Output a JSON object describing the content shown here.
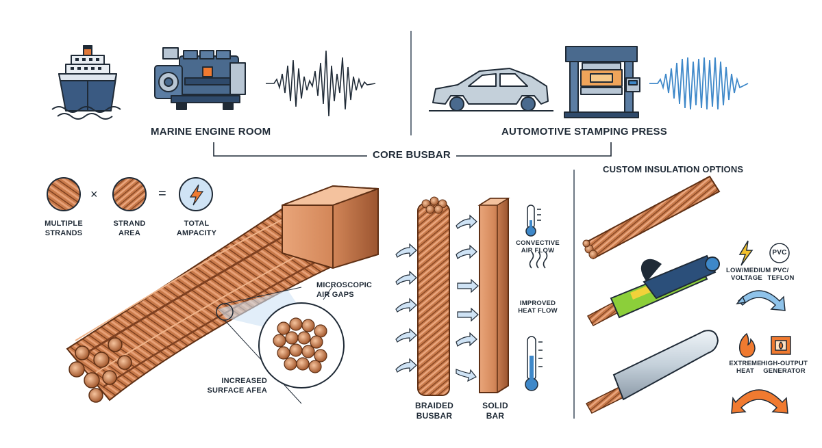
{
  "top": {
    "marine_label": "MARINE ENGINE ROOM",
    "auto_label": "AUTOMOTIVE STAMPING PRESS",
    "core_label": "CORE BUSBAR"
  },
  "ampacity": {
    "strands_l1": "MULTIPLE",
    "strands_l2": "STRANDS",
    "times": "×",
    "area_l1": "STRAND",
    "area_l2": "AREA",
    "equals": "=",
    "total_l1": "TOTAL",
    "total_l2": "AMPACITY"
  },
  "callouts": {
    "gaps_l1": "MICROSCOPIC",
    "gaps_l2": "AIR GAPS",
    "surface_l1": "INCREASED",
    "surface_l2": "SURFACE AFEA"
  },
  "comparison": {
    "braided_l1": "BRAIDED",
    "braided_l2": "BUSBAR",
    "solid_l1": "SOLID",
    "solid_l2": "BAR",
    "convective_l1": "CONVECTIVE",
    "convective_l2": "AIR FLOW",
    "heat_l1": "IMPROVED",
    "heat_l2": "HEAT FLOW"
  },
  "insulation": {
    "title": "CUSTOM INSULATION OPTIONS",
    "lowmed_l1": "LOW/MEDIUM",
    "lowmed_l2": "VOLTAGE",
    "pvc_badge": "PVC",
    "pvc_l1": "PVC/",
    "pvc_l2": "TEFLON",
    "extreme_l1": "EXTREME",
    "extreme_l2": "HEAT",
    "gen_l1": "HIGH-OUTPUT",
    "gen_l2": "GENERATOR"
  },
  "colors": {
    "copper": "#c97a4a",
    "copper_dark": "#8a4a26",
    "navy": "#2f4a6b",
    "steel": "#4a6a8e",
    "accent_blue": "#3e88c9",
    "orange": "#f07a30"
  }
}
